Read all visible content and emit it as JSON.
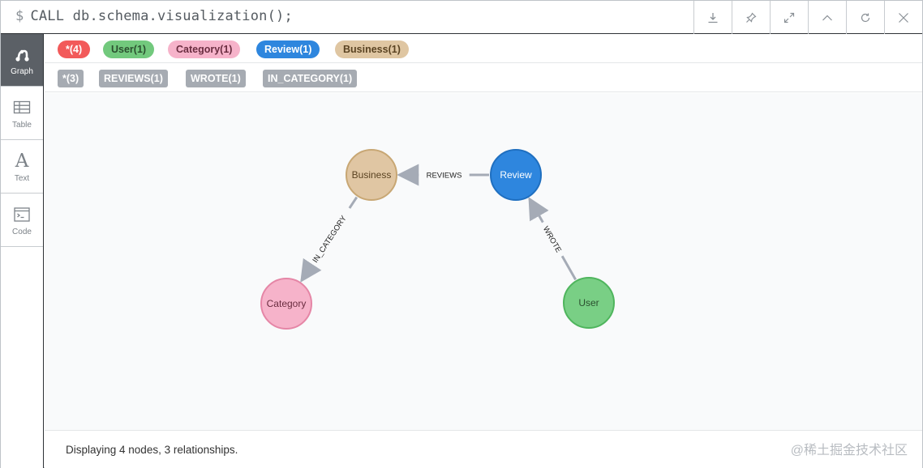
{
  "query": {
    "prompt": "$",
    "text": "CALL db.schema.visualization();"
  },
  "header_buttons": [
    {
      "name": "download-icon"
    },
    {
      "name": "pin-icon"
    },
    {
      "name": "expand-icon"
    },
    {
      "name": "collapse-up-icon"
    },
    {
      "name": "rerun-icon"
    },
    {
      "name": "close-icon"
    }
  ],
  "sidebar": {
    "tabs": [
      {
        "label": "Graph",
        "icon": "graph-icon",
        "active": true
      },
      {
        "label": "Table",
        "icon": "table-icon",
        "active": false
      },
      {
        "label": "Text",
        "icon": "text-icon",
        "active": false
      },
      {
        "label": "Code",
        "icon": "code-icon",
        "active": false
      }
    ]
  },
  "labels": [
    {
      "text": "*(4)",
      "bg": "#f25a5a",
      "fg": "#ffffff"
    },
    {
      "text": "User(1)",
      "bg": "#72c97d",
      "fg": "#2b4f2f"
    },
    {
      "text": "Category(1)",
      "bg": "#f6b3ca",
      "fg": "#6a2d40"
    },
    {
      "text": "Review(1)",
      "bg": "#2e86de",
      "fg": "#ffffff"
    },
    {
      "text": "Business(1)",
      "bg": "#dfc6a2",
      "fg": "#5a4322"
    }
  ],
  "relationship_types": [
    {
      "text": "*(3)"
    },
    {
      "text": "REVIEWS(1)"
    },
    {
      "text": "WROTE(1)"
    },
    {
      "text": "IN_CATEGORY(1)"
    }
  ],
  "graph": {
    "nodes": [
      {
        "id": "business",
        "label": "Business",
        "fill": "#e0c6a3",
        "stroke": "#c8a774",
        "text": "#5a4322"
      },
      {
        "id": "review",
        "label": "Review",
        "fill": "#2e86de",
        "stroke": "#1f6fc0",
        "text": "#ffffff"
      },
      {
        "id": "category",
        "label": "Category",
        "fill": "#f6b3ca",
        "stroke": "#e586a6",
        "text": "#6a2d40"
      },
      {
        "id": "user",
        "label": "User",
        "fill": "#79cf85",
        "stroke": "#4fb55d",
        "text": "#2b4f2f"
      }
    ],
    "relationships": [
      {
        "from": "review",
        "to": "business",
        "type": "REVIEWS"
      },
      {
        "from": "business",
        "to": "category",
        "type": "IN_CATEGORY"
      },
      {
        "from": "user",
        "to": "review",
        "type": "WROTE"
      }
    ]
  },
  "footer": {
    "status": "Displaying 4 nodes, 3 relationships.",
    "watermark": "@稀土掘金技术社区"
  }
}
